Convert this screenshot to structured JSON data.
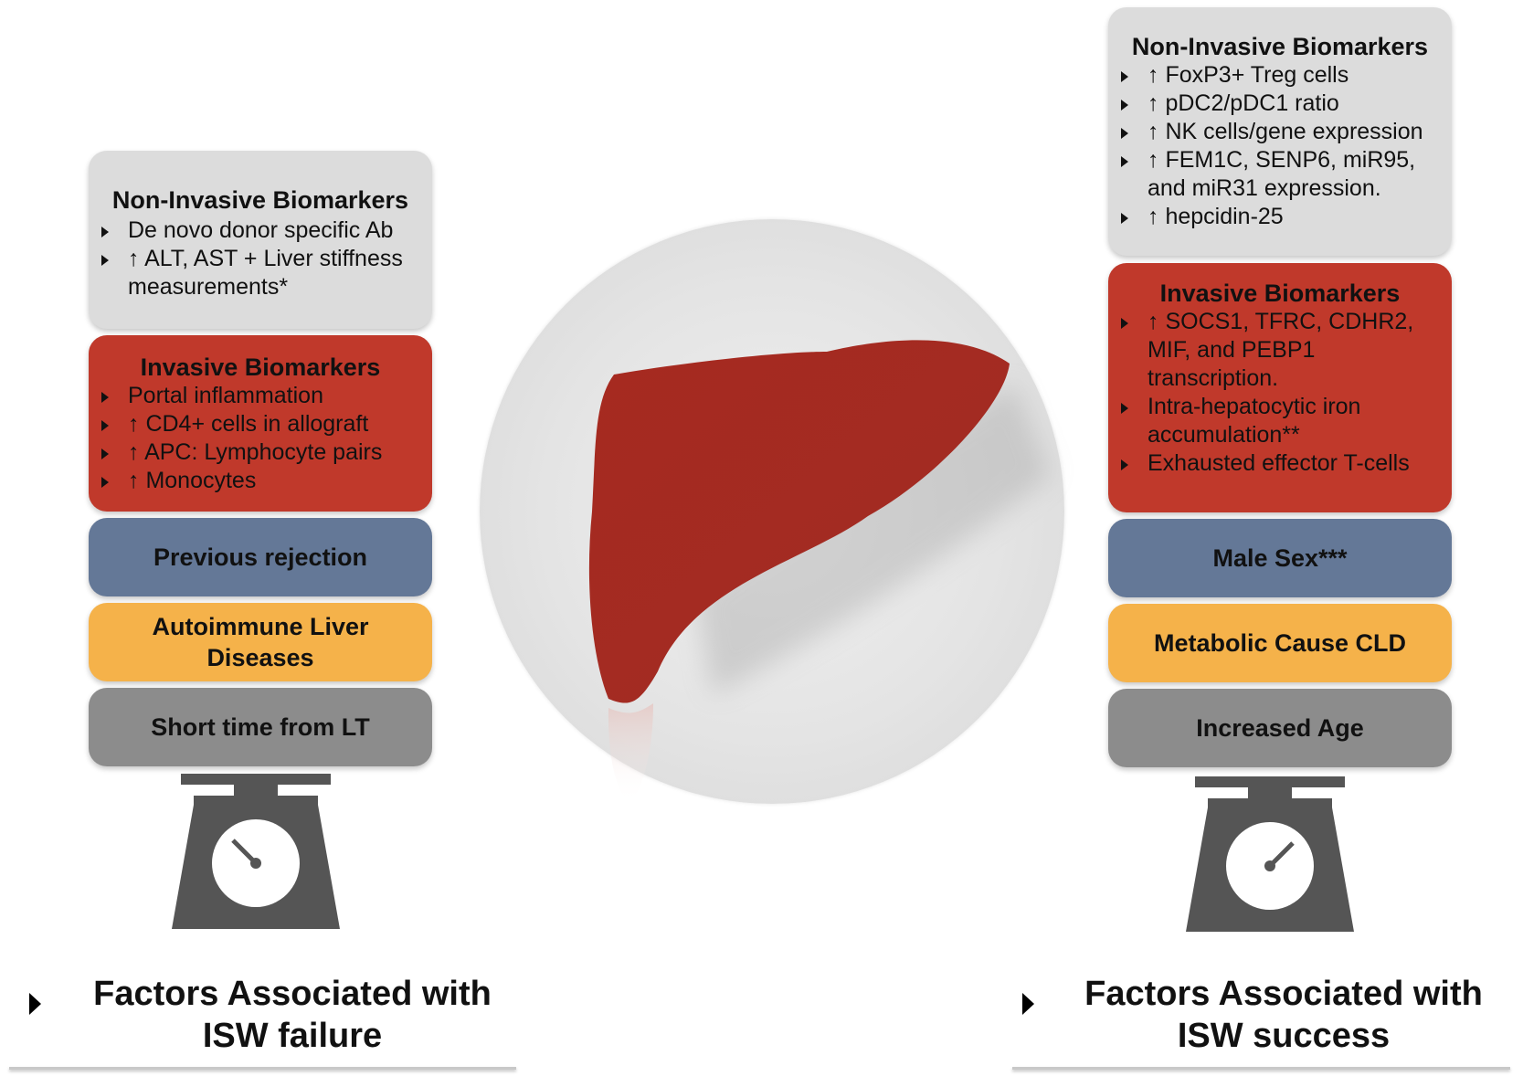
{
  "left": {
    "noninvasive": {
      "title": "Non-Invasive Biomarkers",
      "items": [
        "De novo donor specific Ab",
        "↑ ALT, AST + Liver stiffness measurements*"
      ]
    },
    "invasive": {
      "title": "Invasive Biomarkers",
      "items": [
        "Portal inflammation",
        "↑ CD4+ cells in allograft",
        "↑ APC: Lymphocyte pairs",
        "↑ Monocytes"
      ]
    },
    "factors": {
      "blue": "Previous rejection",
      "orange": "Autoimmune Liver Diseases",
      "grey": "Short time from LT"
    },
    "footer": "Factors Associated with ISW failure"
  },
  "right": {
    "noninvasive": {
      "title": "Non-Invasive Biomarkers",
      "items": [
        "↑ FoxP3+ Treg cells",
        "↑ pDC2/pDC1 ratio",
        "↑ NK cells/gene expression",
        "↑ FEM1C, SENP6, miR95, and miR31 expression.",
        "↑  hepcidin-25"
      ]
    },
    "invasive": {
      "title": "Invasive Biomarkers",
      "items": [
        "↑ SOCS1, TFRC, CDHR2, MIF, and  PEBP1 transcription.",
        "Intra-hepatocytic iron accumulation**",
        "Exhausted effector T-cells"
      ]
    },
    "factors": {
      "blue": "Male Sex***",
      "orange": "Metabolic Cause CLD",
      "grey": "Increased Age"
    },
    "footer": "Factors Associated with ISW success"
  },
  "colors": {
    "noninvasive": "#dcdcdc",
    "invasive": "#c0392b",
    "blue_factor": "#647897",
    "orange_factor": "#f5b24a",
    "grey_factor": "#8c8c8c",
    "liver": "#a93226",
    "scale": "#555555"
  },
  "icons": {
    "center": "liver-icon",
    "left_scale": "weighing-scale-icon",
    "right_scale": "weighing-scale-icon"
  }
}
